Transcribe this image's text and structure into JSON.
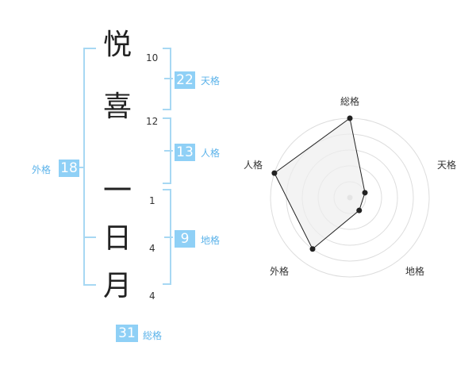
{
  "characters": [
    {
      "char": "悦",
      "strokes": "10"
    },
    {
      "char": "喜",
      "strokes": "12"
    },
    {
      "char": "一",
      "strokes": "1"
    },
    {
      "char": "日",
      "strokes": "4"
    },
    {
      "char": "月",
      "strokes": "4"
    }
  ],
  "kakusu": {
    "tenkaku": {
      "value": "22",
      "label": "天格"
    },
    "jinkaku": {
      "value": "13",
      "label": "人格"
    },
    "chikaku": {
      "value": "9",
      "label": "地格"
    },
    "gaikaku": {
      "value": "18",
      "label": "外格"
    },
    "soukaku": {
      "value": "31",
      "label": "総格"
    }
  },
  "chart_data": {
    "type": "radar",
    "axes": [
      "総格",
      "天格",
      "地格",
      "外格",
      "人格"
    ],
    "values": [
      5,
      1,
      1,
      4,
      5
    ],
    "max": 5,
    "rings": 5,
    "colors": {
      "fill": "#eeeeee",
      "line": "#222222",
      "ring": "#dddddd",
      "center": "#cccccc"
    }
  },
  "colors": {
    "accent": "#8fd0f6",
    "bracket": "#a7d8f3",
    "label": "#5cb3ea"
  }
}
